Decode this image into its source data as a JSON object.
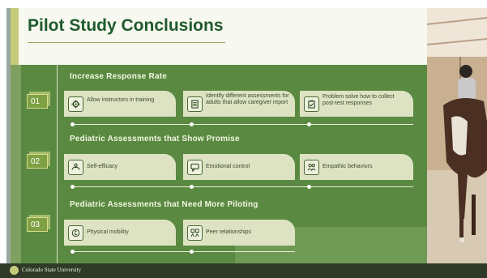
{
  "slide": {
    "title": "Pilot Study Conclusions",
    "footer": "Colorado State University"
  },
  "sections": [
    {
      "number": "01",
      "heading": "Increase Response Rate",
      "items": [
        {
          "label": "Allow instructors in training",
          "icon": "gear-icon"
        },
        {
          "label": "Identify different assessments for adults that allow caregiver report",
          "icon": "document-icon"
        },
        {
          "label": "Problem solve how to collect post-test responses",
          "icon": "clipboard-icon"
        }
      ]
    },
    {
      "number": "02",
      "heading": "Pediatric Assessments that Show Promise",
      "items": [
        {
          "label": "Self-efficacy",
          "icon": "hands-icon"
        },
        {
          "label": "Emotional control",
          "icon": "chat-icon"
        },
        {
          "label": "Empathic behaviors",
          "icon": "people-icon"
        }
      ]
    },
    {
      "number": "03",
      "heading": "Pediatric Assessments that Need More Piloting",
      "items": [
        {
          "label": "Physical mobility",
          "icon": "wheelchair-icon"
        },
        {
          "label": "Peer relationships",
          "icon": "group-icon"
        }
      ]
    }
  ],
  "colors": {
    "title": "#1f5a2c",
    "panel": "#5a8a42",
    "card": "#dde3c2",
    "accent": "#7ea144"
  }
}
